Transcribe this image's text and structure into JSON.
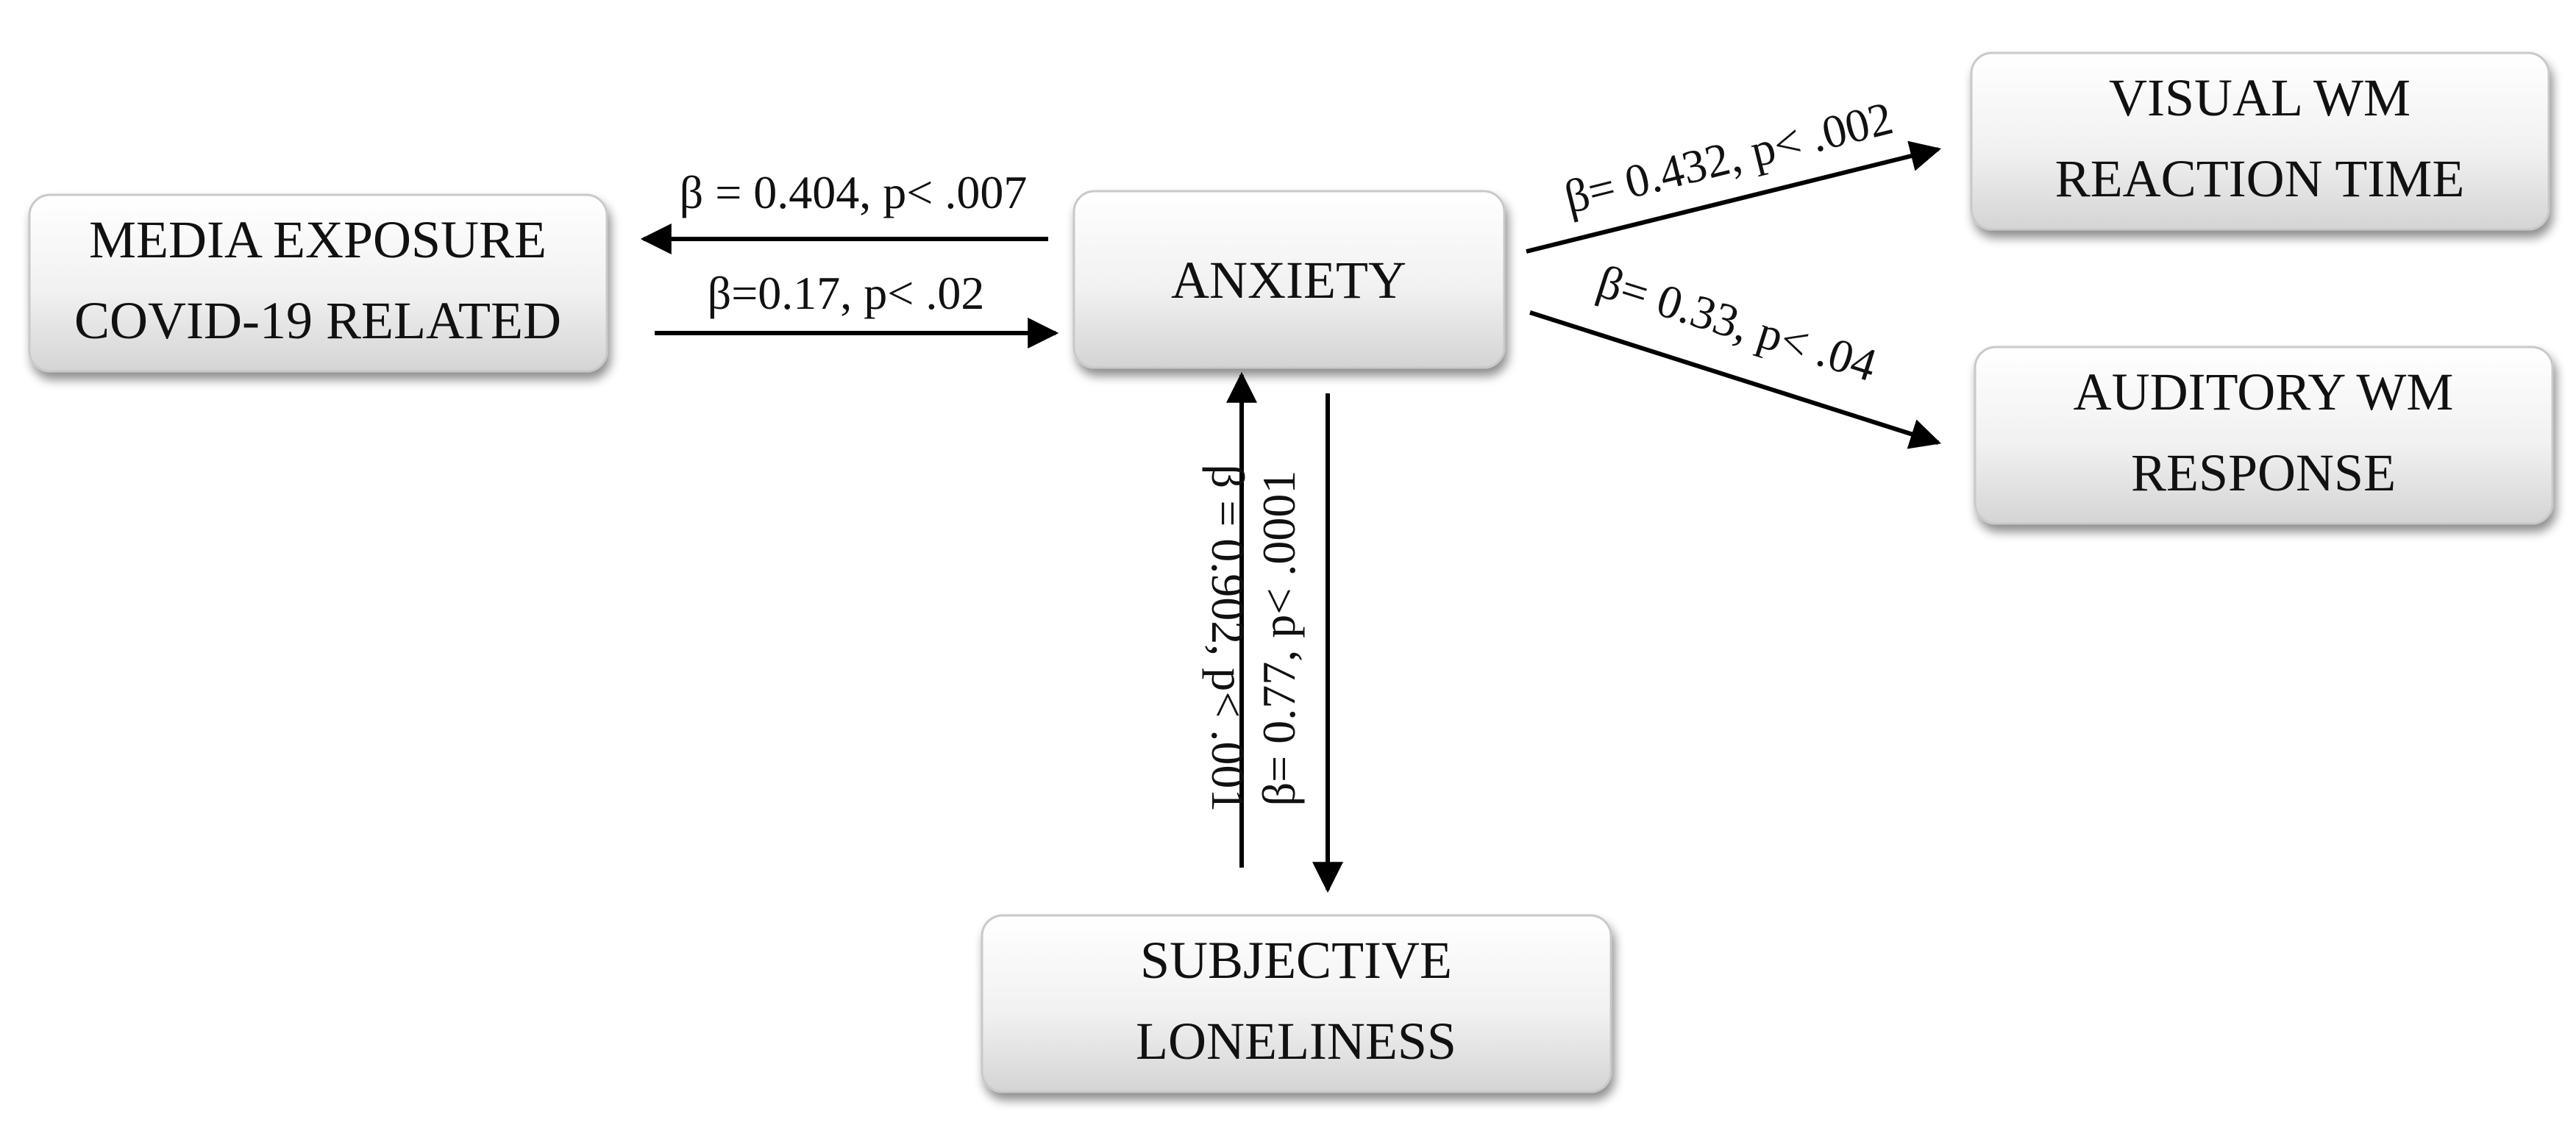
{
  "nodes": {
    "media": {
      "line1": "MEDIA EXPOSURE",
      "line2": "COVID-19 RELATED"
    },
    "anxiety": {
      "line1": "ANXIETY"
    },
    "visual": {
      "line1": "VISUAL WM",
      "line2": "REACTION TIME"
    },
    "auditory": {
      "line1": "AUDITORY WM",
      "line2": "RESPONSE"
    },
    "loneliness": {
      "line1": "SUBJECTIVE",
      "line2": "LONELINESS"
    }
  },
  "edges": {
    "anxiety_to_media": "β = 0.404, p< .007",
    "media_to_anxiety": "β=0.17, p< .02",
    "anxiety_to_visual": "β= 0.432, p< .002",
    "anxiety_to_auditory": "β= 0.33, p< .04",
    "loneliness_to_anxiety": "β = 0.902, p< .001",
    "anxiety_to_loneliness": "β= 0.77, p< .0001"
  },
  "colors": {
    "box_top": "#ffffff",
    "box_bottom": "#d4d4d4",
    "arrow": "#000000",
    "text": "#111111"
  }
}
